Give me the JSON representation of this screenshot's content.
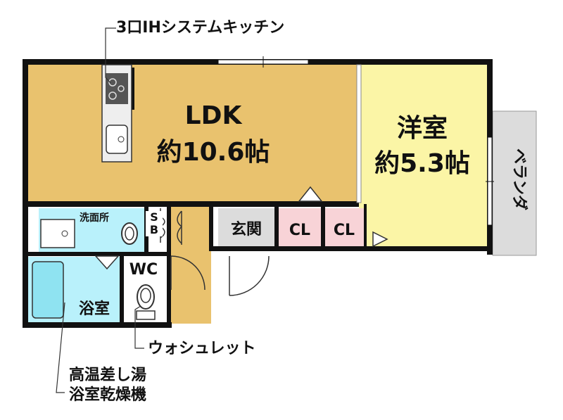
{
  "annotations": {
    "kitchen": "3口IHシステムキッチン",
    "toilet": "ウォシュレット",
    "bath_line1": "高温差し湯",
    "bath_line2": "浴室乾燥機"
  },
  "rooms": {
    "ldk_name": "LDK",
    "ldk_size": "約10.6帖",
    "western_name": "洋室",
    "western_size": "約5.3帖",
    "veranda": "ベランダ",
    "washroom": "洗面所",
    "sb_s": "S",
    "sb_b": "B",
    "wc": "WC",
    "bath": "浴室",
    "entrance": "玄関",
    "closet1": "CL",
    "closet2": "CL"
  },
  "colors": {
    "ldk": "#e9c26e",
    "western": "#fbf5a6",
    "closet": "#f8d3d7",
    "water": "#b9f1fb",
    "entrance": "#dcdcdc",
    "veranda": "#dcdcdc",
    "wall": "#111111"
  }
}
